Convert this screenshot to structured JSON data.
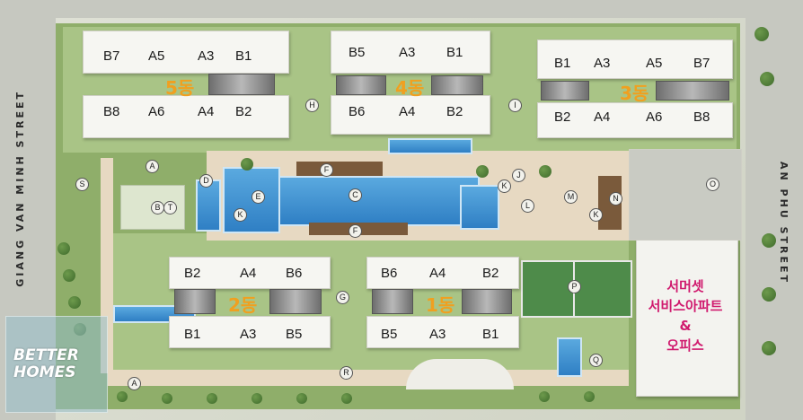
{
  "streets": {
    "left": "GIANG VAN MINH STREET",
    "right": "AN PHU STREET"
  },
  "blocks": [
    {
      "id": "block-5",
      "label": "5동",
      "top_units": [
        "B7",
        "A5",
        "A3",
        "B1"
      ],
      "bottom_units": [
        "B8",
        "A6",
        "A4",
        "B2"
      ]
    },
    {
      "id": "block-4",
      "label": "4동",
      "top_units": [
        "B5",
        "A3",
        "B1"
      ],
      "bottom_units": [
        "B6",
        "A4",
        "B2"
      ]
    },
    {
      "id": "block-3",
      "label": "3동",
      "top_units": [
        "B1",
        "A3",
        "A5",
        "B7"
      ],
      "bottom_units": [
        "B2",
        "A4",
        "A6",
        "B8"
      ]
    },
    {
      "id": "block-2",
      "label": "2동",
      "top_units": [
        "B2",
        "A4",
        "B6"
      ],
      "bottom_units": [
        "B1",
        "A3",
        "B5"
      ]
    },
    {
      "id": "block-1",
      "label": "1동",
      "top_units": [
        "B6",
        "A4",
        "B2"
      ],
      "bottom_units": [
        "B5",
        "A3",
        "B1"
      ]
    }
  ],
  "office": {
    "line1": "서머셋",
    "line2": "서비스아파트",
    "line3": "&",
    "line4": "오피스"
  },
  "logo": {
    "line1": "BETTER",
    "line2": "HOMES"
  },
  "facility_markers": [
    "A",
    "B",
    "T",
    "D",
    "E",
    "K",
    "C",
    "F",
    "F",
    "G",
    "H",
    "I",
    "J",
    "K",
    "L",
    "M",
    "K",
    "N",
    "O",
    "P",
    "Q",
    "R",
    "S",
    "A"
  ],
  "colors": {
    "unit_text": "#1a1a1a",
    "block_label": "#f0a020",
    "office_label": "#d01a6e",
    "pool": "#2f7fc4"
  }
}
